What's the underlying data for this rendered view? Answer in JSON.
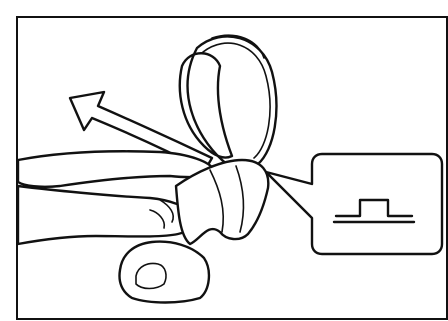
{
  "figure": {
    "kind": "line-illustration",
    "colors": {
      "stroke": "#111111",
      "background": "#ffffff"
    },
    "callout": {
      "symbol": "flat-top-raised-step"
    },
    "arrow": {
      "direction": "upper-left"
    }
  }
}
